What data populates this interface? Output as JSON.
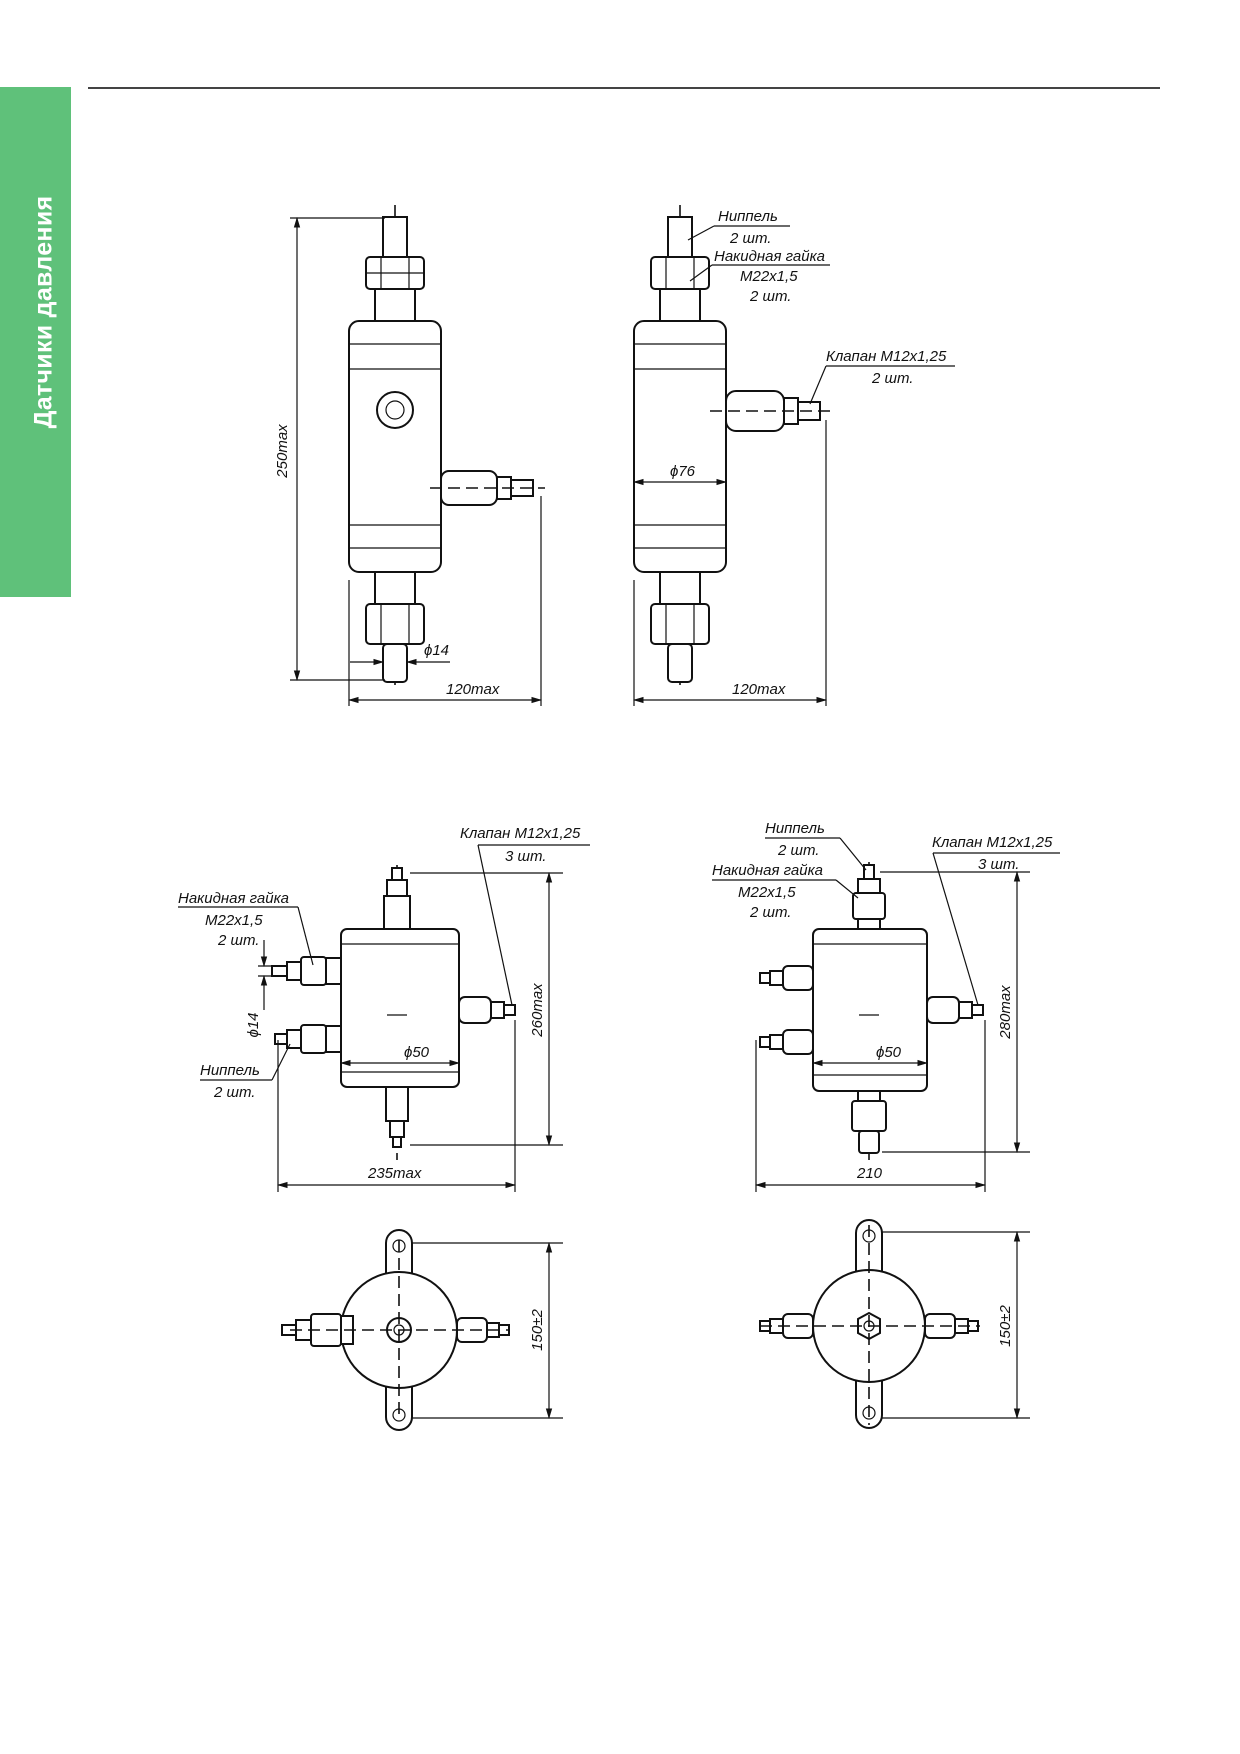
{
  "section_tab": "Датчики давления",
  "colors": {
    "tab_green": "#5fc17a",
    "rule": "#444444",
    "ink": "#111111"
  },
  "drawing1": {
    "height": "250max",
    "width": "120max",
    "diameter": "ϕ14"
  },
  "drawing2": {
    "nipple": [
      "Ниппель",
      "2 шт."
    ],
    "nut": [
      "Накидная гайка",
      "М22х1,5",
      "2 шт."
    ],
    "valve": [
      "Клапан М12х1,25",
      "2 шт."
    ],
    "diameter": "ϕ76",
    "width": "120max"
  },
  "drawing3": {
    "valve": [
      "Клапан М12х1,25",
      "3 шт."
    ],
    "nut": [
      "Накидная гайка",
      "М22х1,5",
      "2 шт."
    ],
    "nipple": [
      "Ниппель",
      "2 шт."
    ],
    "diameter_pipe": "ϕ14",
    "diameter_body": "ϕ50",
    "height": "260max",
    "width": "235max",
    "mount": "150±2"
  },
  "drawing4": {
    "nipple": [
      "Ниппель",
      "2 шт."
    ],
    "nut": [
      "Накидная гайка",
      "М22х1,5",
      "2 шт."
    ],
    "valve": [
      "Клапан М12х1,25",
      "3 шт."
    ],
    "diameter_body": "ϕ50",
    "height": "280max",
    "width": "210",
    "mount": "150±2"
  }
}
